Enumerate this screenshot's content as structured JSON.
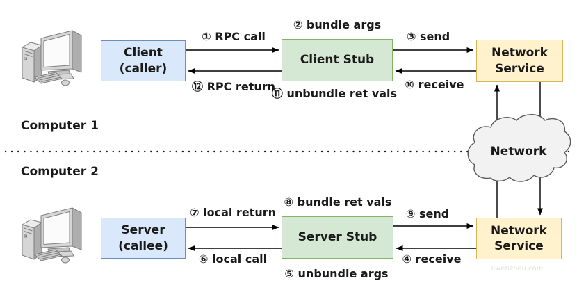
{
  "machines": {
    "computer1": "Computer 1",
    "computer2": "Computer 2"
  },
  "boxes": {
    "client": "Client\n(caller)",
    "client_stub": "Client Stub",
    "network_service_top": "Network\nService",
    "server": "Server\n(callee)",
    "server_stub": "Server Stub",
    "network_service_bottom": "Network\nService"
  },
  "cloud": {
    "label": "Network"
  },
  "steps": {
    "step1": "① RPC call",
    "step2": "② bundle args",
    "step3": "③ send",
    "step4": "④ receive",
    "step5": "⑤ unbundle args",
    "step6": "⑥ local call",
    "step7": "⑦ local return",
    "step8": "⑧ bundle ret vals",
    "step9": "⑨ send",
    "step10": "⑩ receive",
    "step11": "⑪ unbundle ret vals",
    "step12": "⑫ RPC return"
  },
  "watermark": "liwenzhou.com",
  "colors": {
    "client_box_fill": "#dae8fc",
    "client_box_border": "#6c8ebf",
    "stub_box_fill": "#d5e8d4",
    "stub_box_border": "#82b366",
    "network_service_fill": "#fff2cc",
    "network_service_border": "#d6b656",
    "cloud_fill": "#f2f2f2",
    "cloud_border": "#595959",
    "arrow": "#000000"
  }
}
